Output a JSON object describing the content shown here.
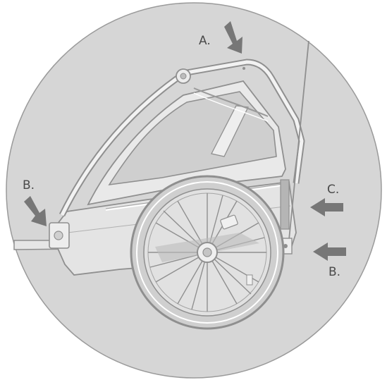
{
  "callouts": {
    "a": "A.",
    "b_left": "B.",
    "c": "C.",
    "b_right": "B."
  },
  "colors": {
    "circle_fill": "#d6d6d6",
    "outline": "#8f8f8f",
    "arrow": "#777777",
    "frame_stroke": "#9a9a9a",
    "highlight": "#ffffff",
    "shadow_panel": "#c7c7c7"
  }
}
